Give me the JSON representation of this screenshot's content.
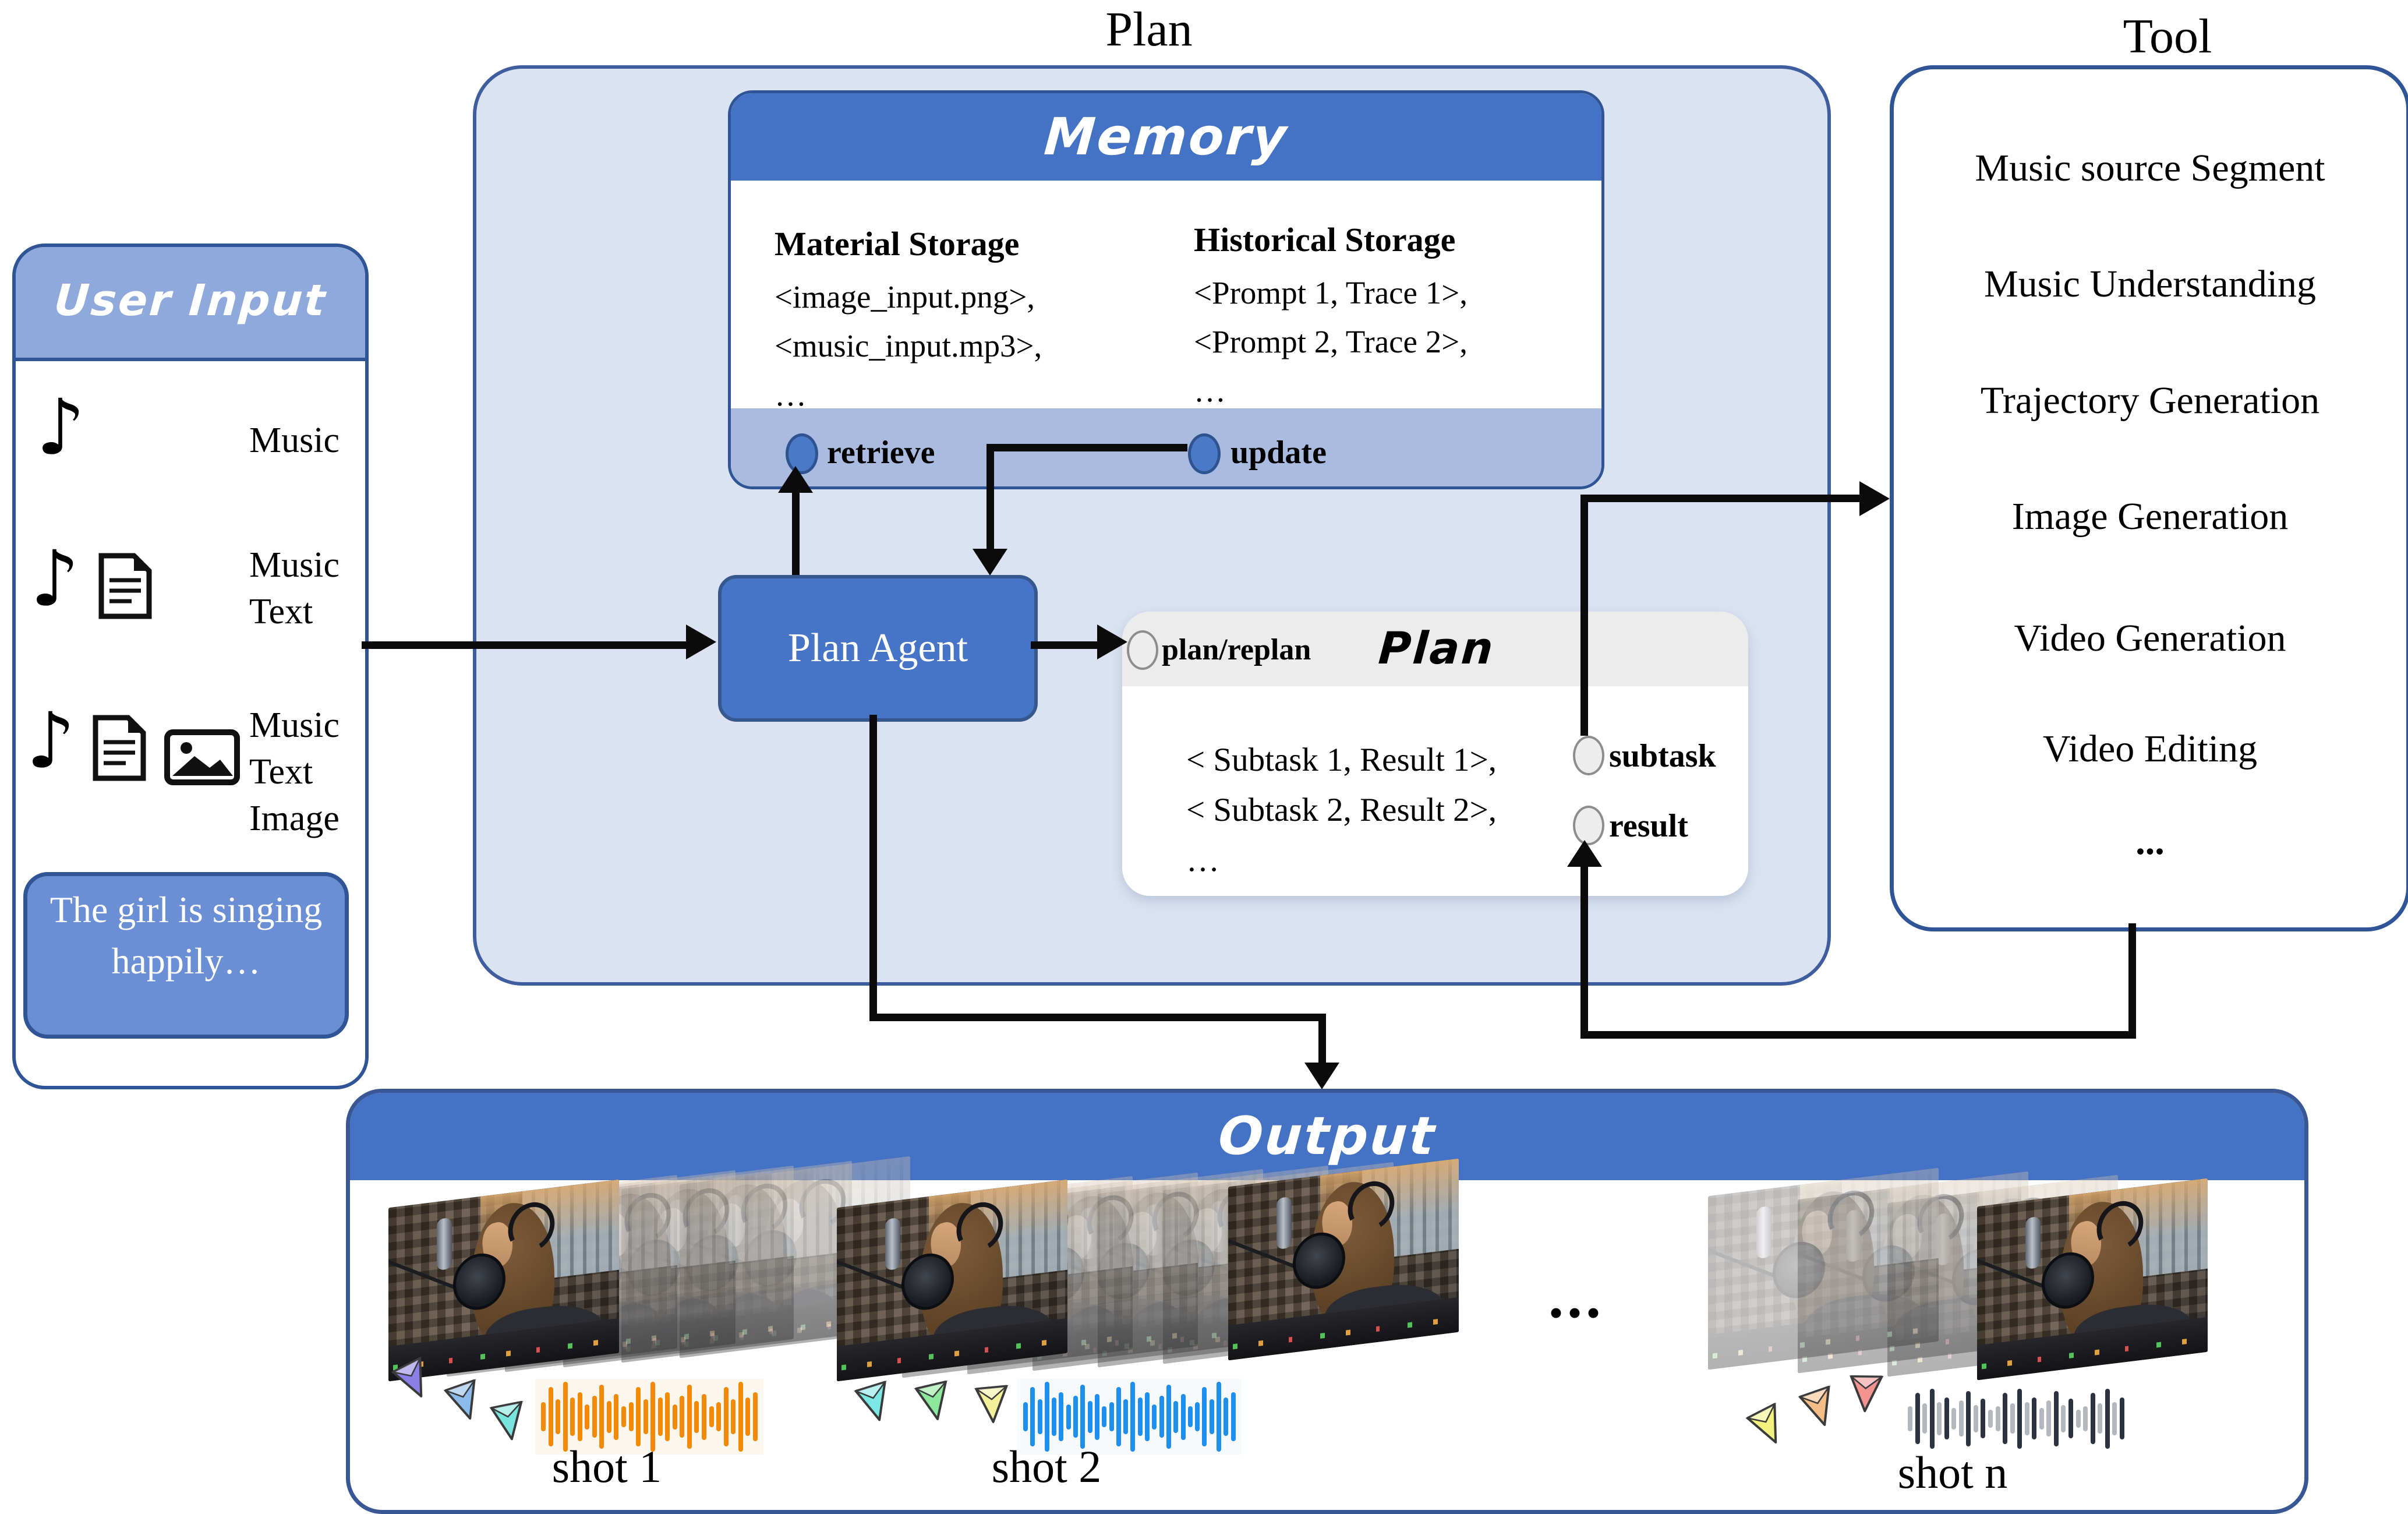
{
  "titles": {
    "plan": "Plan",
    "tool": "Tool"
  },
  "colors": {
    "accent": "#4472C4",
    "panel_light": "#DBE3F3",
    "memory_bar": "#A9BCE0",
    "border_blue": "#2F5597",
    "user_header": "#8FA9DC",
    "user_bubble": "#6B8FD4",
    "plan_header_gray": "#ECECEC",
    "arrow": "#0B0B0B"
  },
  "user_input": {
    "header": "User Input",
    "rows": [
      {
        "icons": [
          "music-note"
        ],
        "label_lines": [
          "Music"
        ]
      },
      {
        "icons": [
          "music-note",
          "document"
        ],
        "label_lines": [
          "Music",
          "Text"
        ]
      },
      {
        "icons": [
          "music-note",
          "document",
          "image"
        ],
        "label_lines": [
          "Music",
          "Text",
          "Image"
        ]
      }
    ],
    "prompt": "The girl is singing happily…"
  },
  "memory": {
    "title": "Memory",
    "material": {
      "heading": "Material Storage",
      "lines": [
        "<image_input.png>,",
        "<music_input.mp3>,",
        "…"
      ]
    },
    "historical": {
      "heading": "Historical Storage",
      "lines": [
        "<Prompt 1, Trace 1>,",
        "<Prompt 2, Trace 2>,",
        "…"
      ]
    },
    "ports": {
      "retrieve": "retrieve",
      "update": "update"
    }
  },
  "plan_agent": {
    "label": "Plan Agent"
  },
  "plan_panel": {
    "title": "Plan",
    "port_plan": "plan/replan",
    "lines": [
      "< Subtask 1, Result 1>,",
      "< Subtask 2, Result 2>,",
      "…"
    ],
    "port_subtask": "subtask",
    "port_result": "result"
  },
  "tool": {
    "title": "Tool",
    "items": [
      "Music source Segment",
      "Music Understanding",
      "Trajectory Generation",
      "Image Generation",
      "Video Generation",
      "Video Editing",
      "..."
    ]
  },
  "output": {
    "title": "Output",
    "ellipsis": "...",
    "shots": [
      {
        "label": "shot 1",
        "wave_color": "#F28A05",
        "wave_alt": "#F28A05",
        "wave_bg": "#FBF7EF",
        "kite_colors": [
          "#8B7FE6",
          "#8ABBEA",
          "#79E4DE"
        ]
      },
      {
        "label": "shot 2",
        "wave_color": "#1E8FEF",
        "wave_alt": "#1E8FEF",
        "wave_bg": "#F7FAFD",
        "kite_colors": [
          "#7CE8E4",
          "#8CE89A",
          "#F3F09A"
        ]
      },
      {
        "label": "shot n",
        "wave_color": "#2B3340",
        "wave_alt": "#B3B8BF",
        "wave_bg": "#FFFFFF",
        "kite_colors": [
          "#F4F07E",
          "#F4BC86",
          "#F29390"
        ]
      }
    ]
  }
}
